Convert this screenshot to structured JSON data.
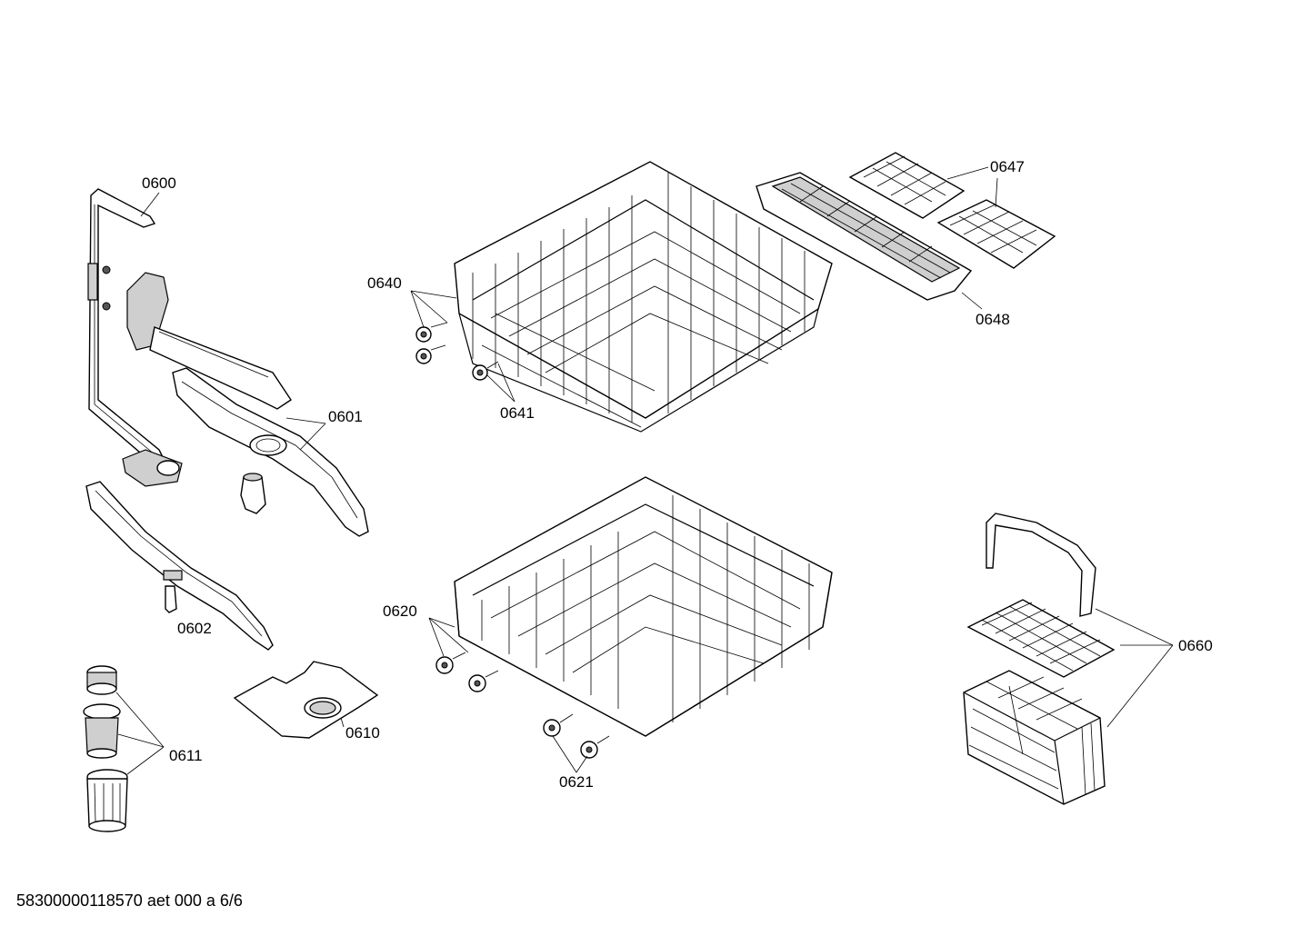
{
  "callouts": {
    "c0600": "0600",
    "c0601": "0601",
    "c0602": "0602",
    "c0610": "0610",
    "c0611": "0611",
    "c0620": "0620",
    "c0621": "0621",
    "c0640": "0640",
    "c0641": "0641",
    "c0647": "0647",
    "c0648": "0648",
    "c0660": "0660"
  },
  "footer": "58300000118570 aet 000 a 6/6"
}
